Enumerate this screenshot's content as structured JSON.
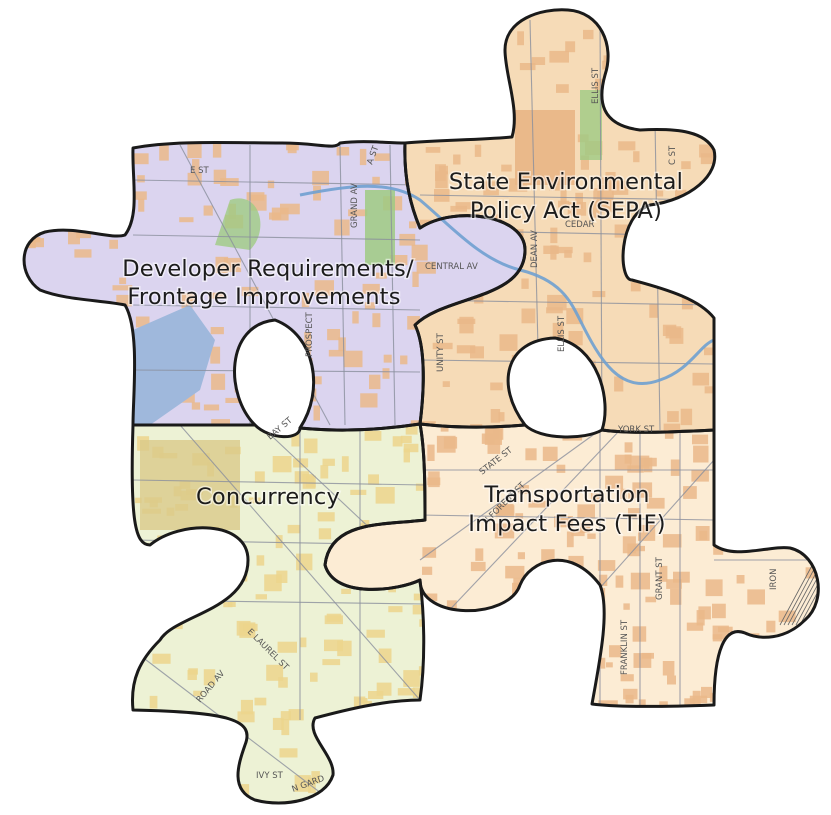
{
  "pieces": [
    {
      "id": "sepa",
      "lines": [
        "State Environmental",
        "Policy Act (SEPA)"
      ],
      "tint": "#f3cf9f"
    },
    {
      "id": "developer",
      "lines": [
        "Developer Requirements/",
        "Frontage Improvements"
      ],
      "tint": "#cfc6ea"
    },
    {
      "id": "concurrency",
      "lines": [
        "Concurrency"
      ],
      "tint": "#e7edc7"
    },
    {
      "id": "tif",
      "lines": [
        "Transportation",
        "Impact Fees (TIF)"
      ],
      "tint": "#fbe6c6"
    }
  ],
  "streets": {
    "e_st": "E ST",
    "a_st": "A ST",
    "grand_av": "GRAND AV",
    "ellis_st_top": "ELLIS ST",
    "c_st": "C ST",
    "cedar": "CEDAR",
    "central_av": "CENTRAL AV",
    "dean_av": "DEAN AV",
    "prospect": "PROSPECT",
    "unity_st": "UNITY ST",
    "ellis_st": "ELLIS ST",
    "bay_st": "BAY ST",
    "york_st": "YORK ST",
    "state_st": "STATE ST",
    "n_forest_st": "N FOREST ST",
    "grant_st": "GRANT ST",
    "franklin_st": "FRANKLIN ST",
    "iron": "IRON",
    "e_laurel_st": "E LAUREL ST",
    "road_av": "ROAD AV",
    "ivy_st": "IVY ST",
    "n_garden": "N GARD"
  },
  "colors": {
    "water": "#9fb8dc",
    "park": "#9fca83",
    "building_tan": "#eab98a",
    "building_yellow": "#ecd58c",
    "street": "#8a8f9c",
    "outline": "#1a1a1a"
  }
}
